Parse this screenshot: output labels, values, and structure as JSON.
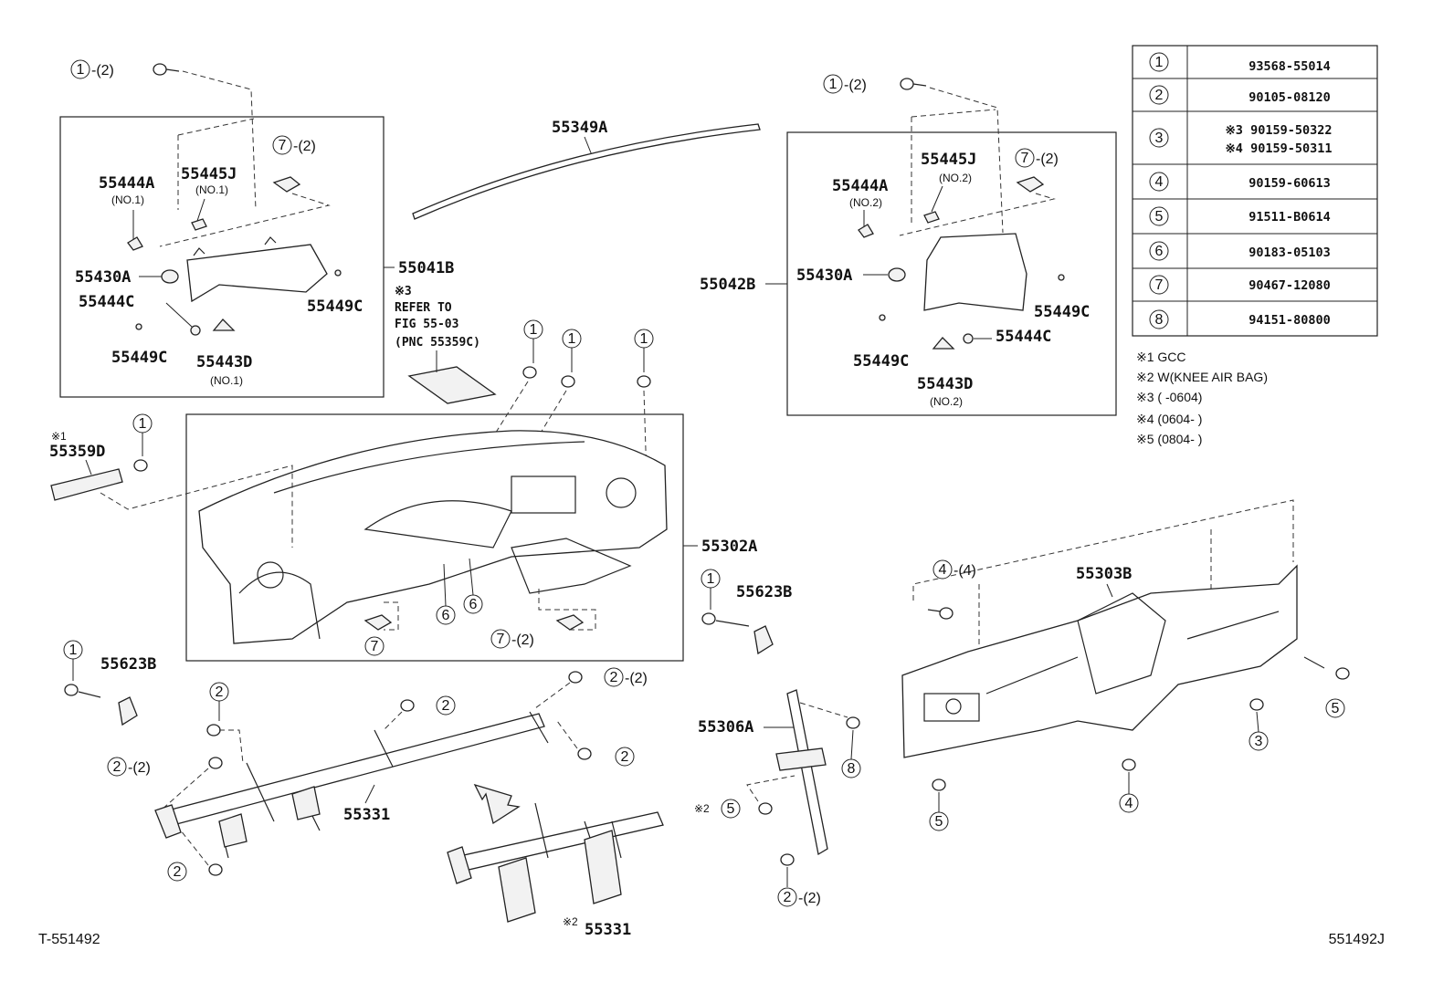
{
  "parts_table": [
    {
      "ref": "1",
      "codes": [
        "93568-55014"
      ]
    },
    {
      "ref": "2",
      "codes": [
        "90105-08120"
      ]
    },
    {
      "ref": "3",
      "codes": [
        "※3 90159-50322",
        "※4 90159-50311"
      ]
    },
    {
      "ref": "4",
      "codes": [
        "90159-60613"
      ]
    },
    {
      "ref": "5",
      "codes": [
        "91511-B0614"
      ]
    },
    {
      "ref": "6",
      "codes": [
        "90183-05103"
      ]
    },
    {
      "ref": "7",
      "codes": [
        "90467-12080"
      ]
    },
    {
      "ref": "8",
      "codes": [
        "94151-80800"
      ]
    }
  ],
  "notes": [
    "※1  GCC",
    "※2 W(KNEE AIR BAG)",
    "※3 (    -0604)",
    "※4 (0604-    )",
    "※5 (0804-    )"
  ],
  "labels": {
    "p55349A": "55349A",
    "p55444A": "55444A",
    "no1": "(NO.1)",
    "no2": "(NO.2)",
    "p55445J": "55445J",
    "p55430A": "55430A",
    "p55444C": "55444C",
    "p55449C": "55449C",
    "p55443D": "55443D",
    "p55041B": "55041B",
    "p55042B": "55042B",
    "p55359D": "55359D",
    "p55302A": "55302A",
    "p55623B": "55623B",
    "p55303B": "55303B",
    "p55306A": "55306A",
    "p55331": "55331",
    "mark1": "※1",
    "mark2": "※2",
    "mark3": "※3",
    "refer": [
      "REFER TO",
      "FIG 55-03",
      "(PNC 55359C)"
    ],
    "qty2": "-(2)",
    "qty4": "-(4)",
    "footer_left": "T-551492",
    "footer_right": "551492J"
  }
}
